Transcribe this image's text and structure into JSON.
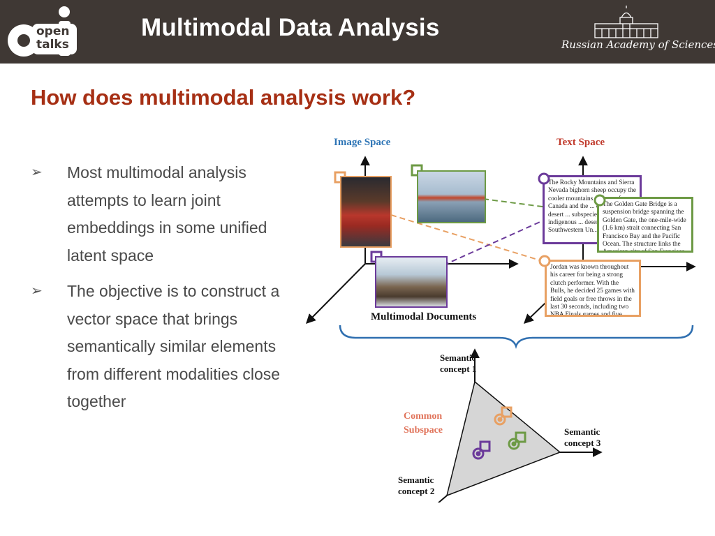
{
  "header": {
    "logo_line1": "open",
    "logo_line2": "talks",
    "title": "Multimodal Data Analysis",
    "institution": "Russian Academy of Sciences"
  },
  "slide": {
    "subtitle": "How does multimodal analysis work?",
    "bullets": [
      "Most multimodal analysis attempts to learn joint embeddings in some unified latent space",
      "The objective is to construct a vector space that brings semantically similar elements from different modalities close together"
    ]
  },
  "diagram": {
    "image_space_label": "Image Space",
    "text_space_label": "Text Space",
    "documents_label": "Multimodal Documents",
    "subspace_label_line1": "Common",
    "subspace_label_line2": "Subspace",
    "concept1_line1": "Semantic",
    "concept1_line2": "concept 1",
    "concept2_line1": "Semantic",
    "concept2_line2": "concept 2",
    "concept3_line1": "Semantic",
    "concept3_line2": "concept 3",
    "text_rocky": "The Rocky Mountains and Sierra Nevada bighorn sheep occupy the cooler mountains regions of Canada and the ... contrast, the desert ... subspecies are indigenous ... desert ecosys... Southwestern Un... Mexico.",
    "text_golden_gate": "The Golden Gate Bridge is a suspension bridge spanning the Golden Gate, the one-mile-wide (1.6 km) strait connecting San Francisco Bay and the Pacific Ocean. The structure links the American city of San Francisco, California.",
    "text_jordan": "Jordan was known throughout his career for being a strong clutch performer. With the Bulls, he decided 25 games with field goals or free throws in the last 30 seconds, including two NBA Finals games and five other playoff contests.",
    "colors": {
      "orange": "#e8a063",
      "green": "#6d9a45",
      "purple": "#6b3a9a",
      "image_space_blue": "#2e75b6",
      "text_space_red": "#c0392b",
      "brace_blue": "#2f6fb0"
    }
  }
}
